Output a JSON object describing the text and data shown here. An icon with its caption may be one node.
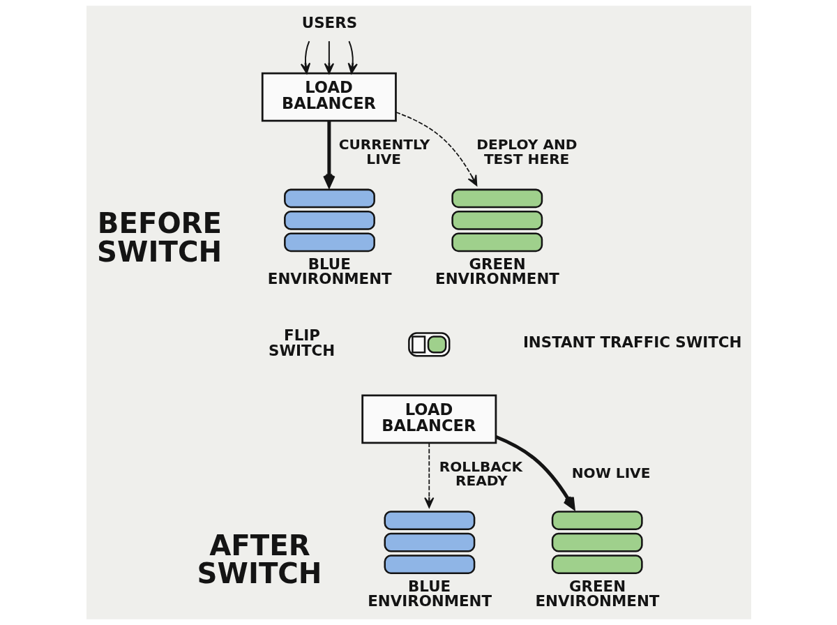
{
  "diagram": {
    "nodes": [
      {
        "text": [
          "USERS"
        ]
      },
      {
        "text": [
          "LOAD BALANCER"
        ]
      },
      {
        "text": [
          "BLUE ENVIRONMENT"
        ]
      },
      {
        "text": [
          "GREEN ENVIRONMENT"
        ]
      },
      {
        "text": [],
        "shape": "toggle"
      },
      {
        "text": [
          "LOAD BALANCER"
        ]
      },
      {
        "text": [
          "BLUE ENVIRONMENT"
        ]
      },
      {
        "text": [
          "GREEN ENVIRONMENT"
        ]
      }
    ],
    "edges": [
      {
        "from": 0,
        "to": 1,
        "arrow": "to"
      },
      {
        "from": 0,
        "to": 1,
        "arrow": "to"
      },
      {
        "from": 0,
        "to": 1,
        "arrow": "to"
      },
      {
        "from": 1,
        "to": 2,
        "arrow": "to",
        "label": "CURRENTLY LIVE",
        "style": "thick"
      },
      {
        "from": 1,
        "to": 3,
        "arrow": "to",
        "label": "DEPLOY AND TEST HERE",
        "style": "dashed"
      },
      {
        "from": 5,
        "to": 6,
        "arrow": "to",
        "label": "ROLLBACK READY",
        "style": "dashed"
      },
      {
        "from": 5,
        "to": 7,
        "arrow": "to",
        "label": "NOW LIVE",
        "style": "thick"
      }
    ],
    "labels": [
      "BEFORE SWITCH",
      "FLIP SWITCH",
      "INSTANT TRAFFIC SWITCH",
      "AFTER SWITCH"
    ]
  }
}
